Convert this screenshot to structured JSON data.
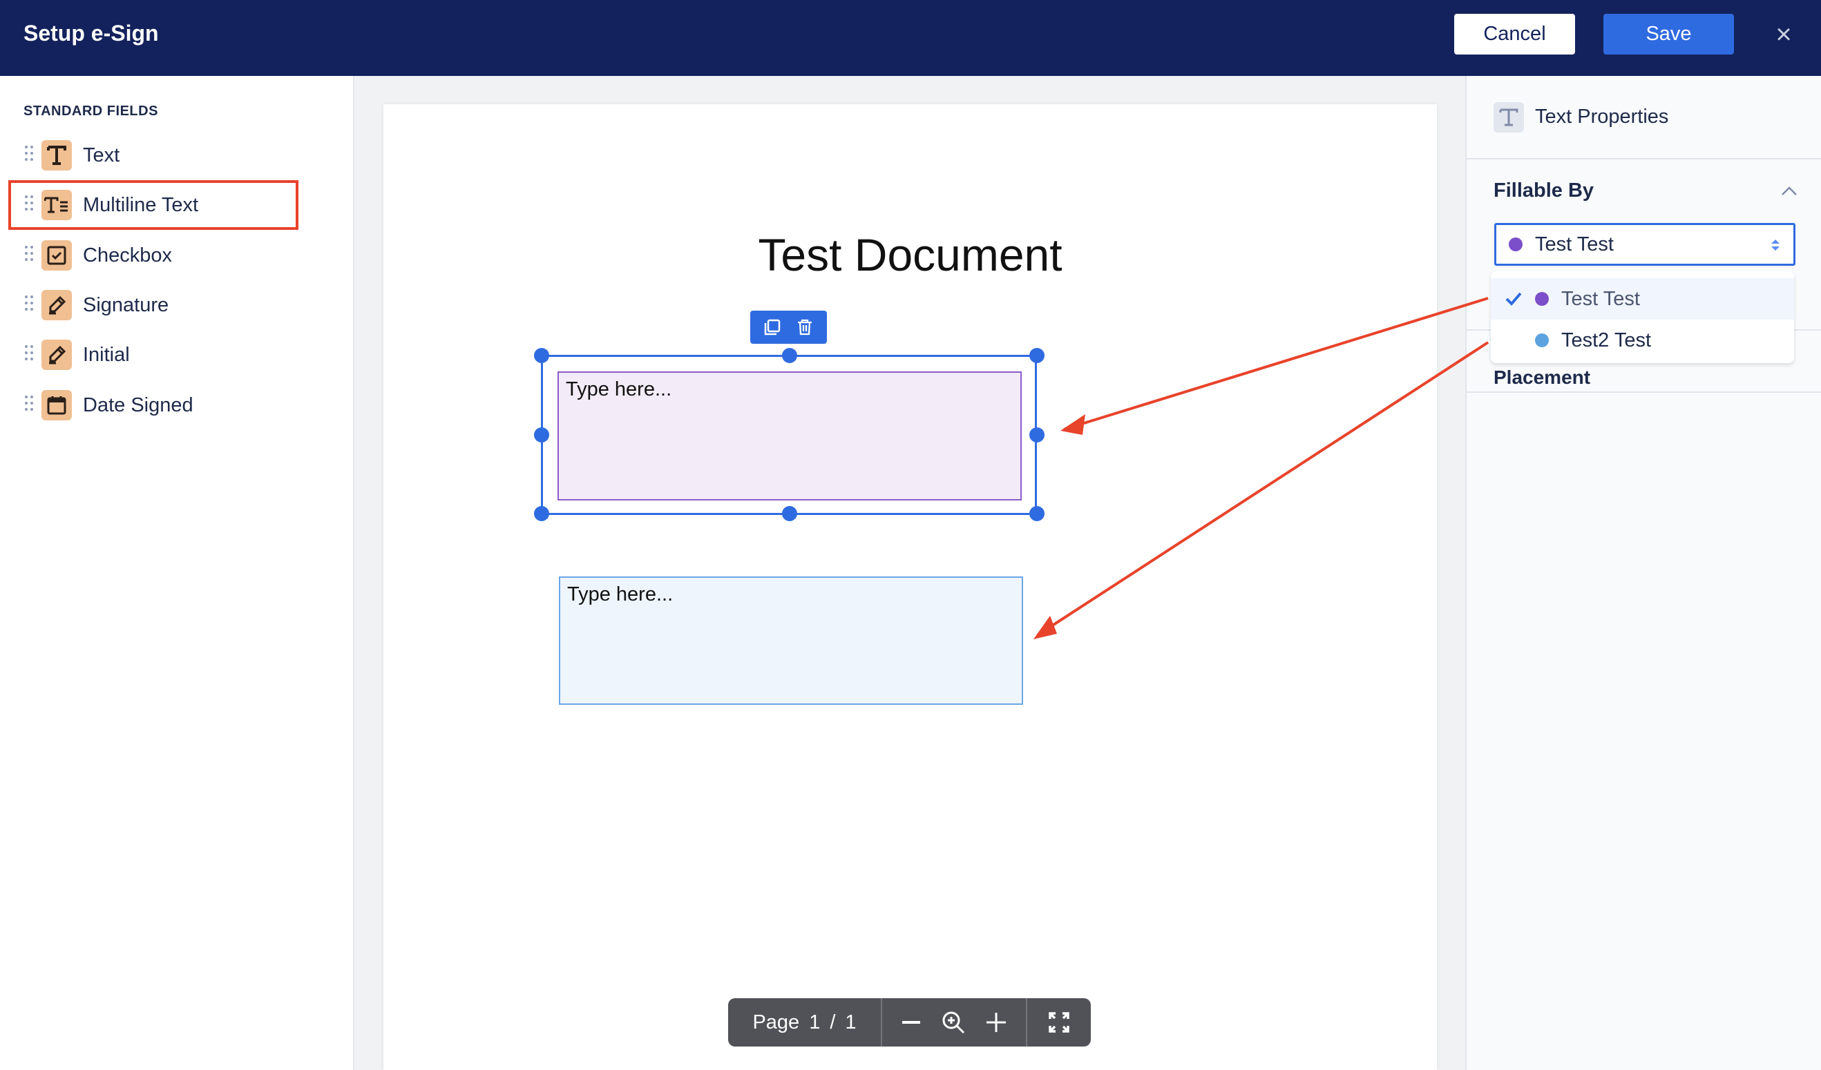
{
  "header": {
    "title": "Setup e-Sign",
    "cancel_label": "Cancel",
    "save_label": "Save",
    "close_icon": "×"
  },
  "sidebar": {
    "section_title": "STANDARD FIELDS",
    "items": [
      {
        "label": "Text",
        "icon": "text-icon"
      },
      {
        "label": "Multiline Text",
        "icon": "multiline-text-icon",
        "highlighted": true
      },
      {
        "label": "Checkbox",
        "icon": "checkbox-icon"
      },
      {
        "label": "Signature",
        "icon": "pen-icon"
      },
      {
        "label": "Initial",
        "icon": "pen-icon"
      },
      {
        "label": "Date Signed",
        "icon": "calendar-icon"
      }
    ]
  },
  "document": {
    "title": "Test Document",
    "fields": [
      {
        "placeholder": "Type here...",
        "assignee": "Test Test",
        "color": "#8b5cc8",
        "selected": true
      },
      {
        "placeholder": "Type here...",
        "assignee": "Test2 Test",
        "color": "#6aa6e6",
        "selected": false
      }
    ]
  },
  "pager": {
    "label": "Page",
    "current": "1",
    "separator": "/",
    "total": "1"
  },
  "properties": {
    "title": "Text Properties",
    "fillable_by_label": "Fillable By",
    "selected": "Test Test",
    "placement_label": "Placement",
    "options": [
      {
        "label": "Test Test",
        "color": "#7b4fc9",
        "checked": true
      },
      {
        "label": "Test2 Test",
        "color": "#5ca3e0",
        "checked": false
      }
    ]
  },
  "colors": {
    "header": "#13225c",
    "primary": "#2f6be0",
    "annotation": "#e8432b",
    "field_icon_bg": "#f0bf92"
  }
}
